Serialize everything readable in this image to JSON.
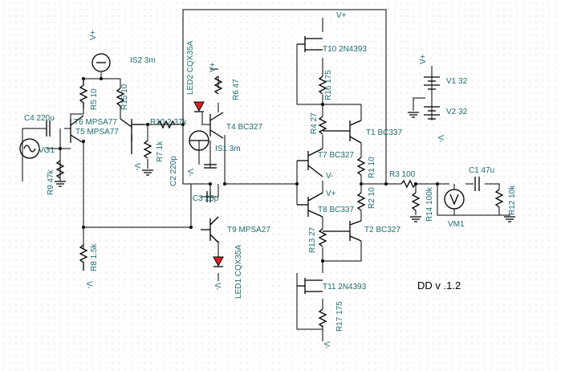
{
  "labels": {
    "c4": "C4 220u",
    "vg1": "VG1",
    "r9": "R9 47k",
    "t6": "T6 MPSA77",
    "t5": "T5 MPSA77",
    "r5": "R5 10",
    "r15": "R15 10",
    "is2": "IS2 3m",
    "r10": "R10 2.37k",
    "r7": "R7 1k",
    "led2": "LED2 CQX35A",
    "r6": "R6 47",
    "t4": "T4 BC327",
    "is1": "IS1 3m",
    "c2": "C2 220p",
    "c3": "C3 25p",
    "r8": "R8 1.5k",
    "t9": "T9 MPSA27",
    "led1": "LED1 CQX35A",
    "t10": "T10 2N4393",
    "r16": "R16 175",
    "r4": "R4 27",
    "t7": "T7 BC327",
    "t1": "T1 BC337",
    "r1": "R1 10",
    "t8": "T8 BC337",
    "r2": "R2 10",
    "r13": "R13 27",
    "t2": "T2 BC327",
    "t11": "T11 2N4393",
    "r17": "R17 175",
    "r3": "R3 100",
    "c1": "C1 47u",
    "r14": "R14 100k",
    "r12": "R12 10k",
    "vm1": "VM1",
    "v1": "V1 32",
    "v2": "V2 32",
    "title": "DD v .1.2"
  },
  "supply": {
    "vplus": "V+",
    "vminus": "V-"
  }
}
